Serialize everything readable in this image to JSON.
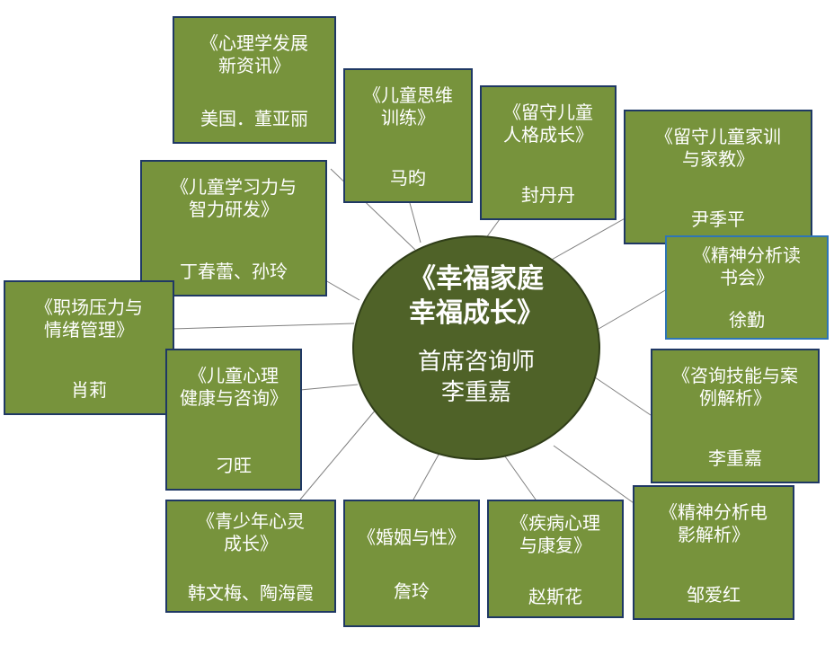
{
  "center": {
    "title": "《幸福家庭\n幸福成长》",
    "subtitle": "首席咨询师\n李重嘉"
  },
  "courses": [
    {
      "title": "《心理学发展\n新资讯》",
      "author": "美国．董亚丽"
    },
    {
      "title": "《儿童思维\n训练》",
      "author": "马昀"
    },
    {
      "title": "《留守儿童\n人格成长》",
      "author": "封丹丹"
    },
    {
      "title": "《留守儿童家训\n与家教》",
      "author": "尹季平"
    },
    {
      "title": "《儿童学习力与\n智力研发》",
      "author": "丁春蕾、孙玲"
    },
    {
      "title": "《精神分析读\n书会》",
      "author": "徐勤"
    },
    {
      "title": "《职场压力与\n情绪管理》",
      "author": "肖莉"
    },
    {
      "title": "《儿童心理\n健康与咨询》",
      "author": "刁旺"
    },
    {
      "title": "《咨询技能与案\n例解析》",
      "author": "李重嘉"
    },
    {
      "title": "《青少年心灵\n成长》",
      "author": "韩文梅、陶海霞"
    },
    {
      "title": "《婚姻与性》",
      "author": "詹玲"
    },
    {
      "title": "《疾病心理\n与康复》",
      "author": "赵斯花"
    },
    {
      "title": "《精神分析电\n影解析》",
      "author": "邹爱红"
    }
  ],
  "colors": {
    "box_fill": "#77933c",
    "box_border": "#1f3864",
    "hub_fill": "#4f6228",
    "connector": "#7f7f7f",
    "text": "#ffffff"
  }
}
